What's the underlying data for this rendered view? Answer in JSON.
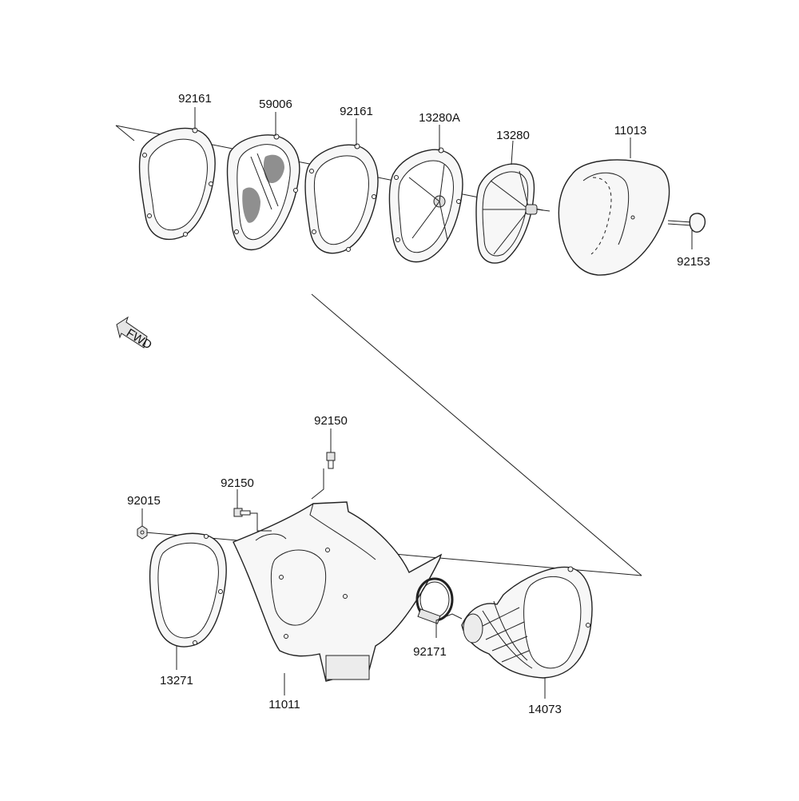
{
  "diagram": {
    "fwd_label": "FWD",
    "part_numbers": {
      "gasket_rear_top": "92161",
      "filter_holder": "59006",
      "gasket_mid_top": "92161",
      "element_cage": "13280A",
      "element_frame": "13280",
      "air_filter": "11013",
      "wing_bolt": "92153",
      "bolt_upper": "92150",
      "bolt_lower": "92150",
      "nut": "92015",
      "seal_gasket": "13271",
      "air_cleaner_case": "11011",
      "hose_clamp": "92171",
      "intake_duct": "14073"
    }
  }
}
